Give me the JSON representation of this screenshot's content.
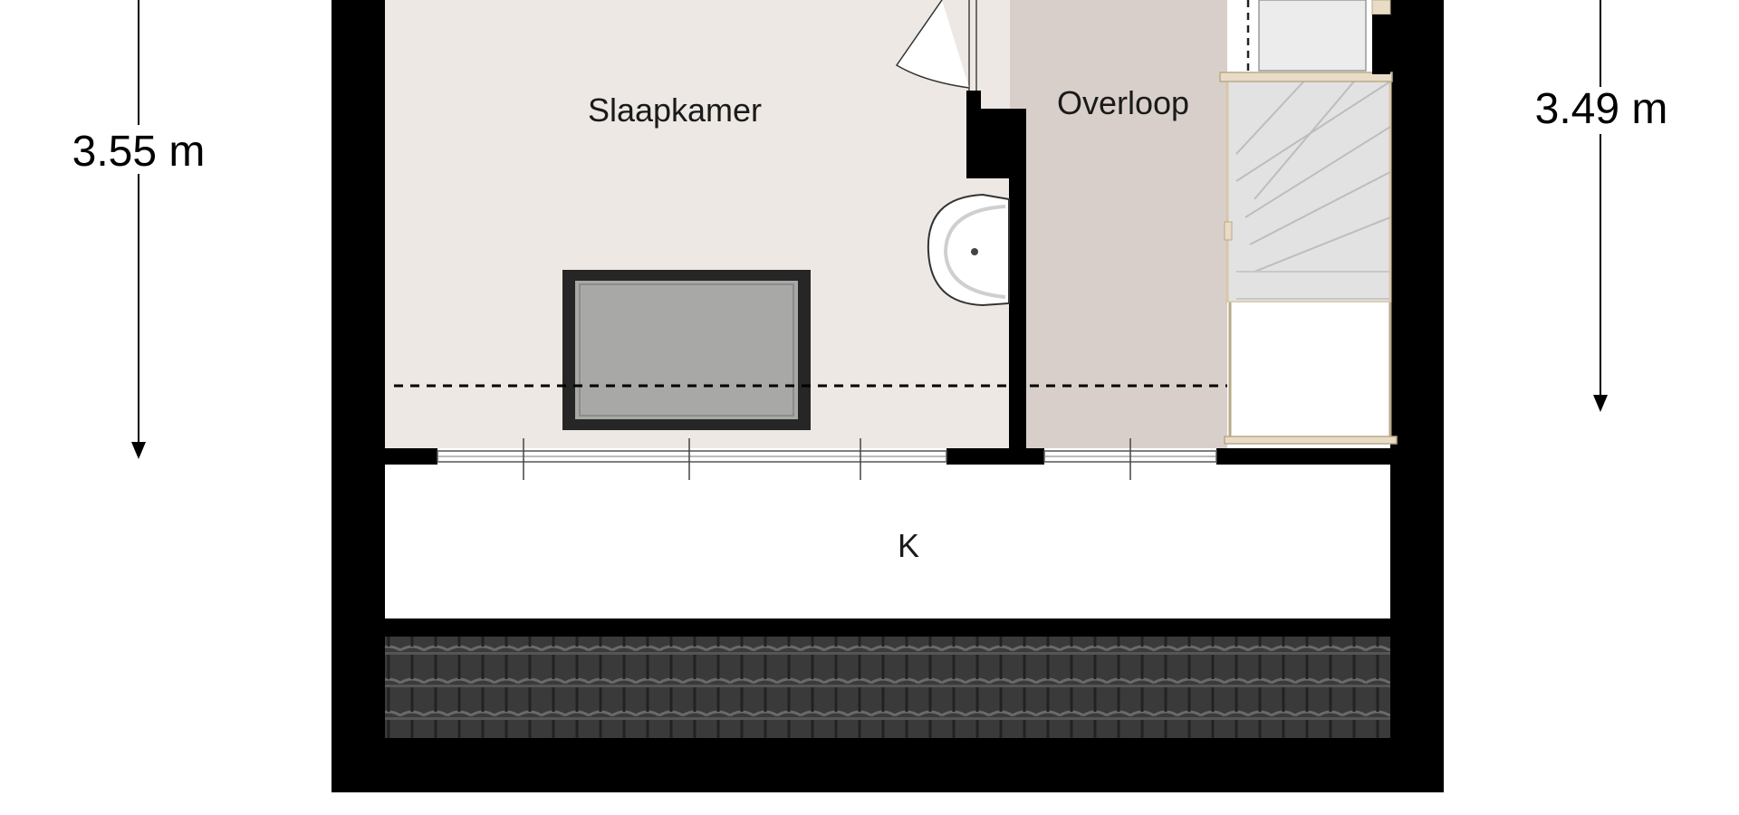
{
  "rooms": {
    "bedroom": "Slaapkamer",
    "landing": "Overloop",
    "storage": "K"
  },
  "dimensions": {
    "left_height": "3.55 m",
    "right_height": "3.49 m"
  },
  "colors": {
    "wall": "#000000",
    "bedroom_floor": "#ede8e3",
    "landing_floor": "#d9cfca",
    "roof_tile": "#3c3c3c",
    "skylight_glass": "#a8a8a6",
    "stair_tread": "#e0e0e0",
    "stair_trim": "#d8c7a8"
  }
}
